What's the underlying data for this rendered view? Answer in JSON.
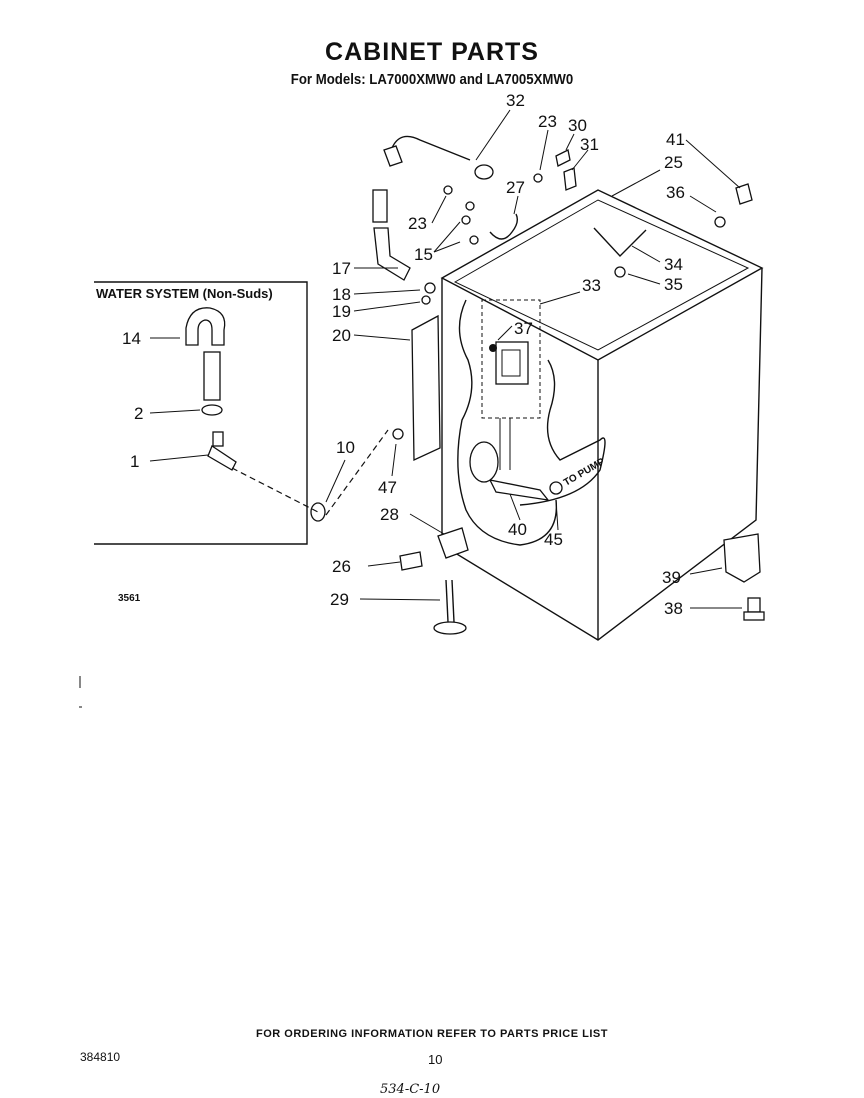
{
  "header": {
    "title": "CABINET PARTS",
    "subtitle": "For Models: LA7000XMW0 and LA7005XMW0"
  },
  "water_system_label": "WATER SYSTEM (Non-Suds)",
  "callouts": {
    "c1": "1",
    "c2": "2",
    "c10": "10",
    "c14": "14",
    "c15": "15",
    "c17": "17",
    "c18": "18",
    "c19": "19",
    "c20": "20",
    "c23a": "23",
    "c23b": "23",
    "c25": "25",
    "c26": "26",
    "c27": "27",
    "c28": "28",
    "c29": "29",
    "c30": "30",
    "c31": "31",
    "c32": "32",
    "c33": "33",
    "c34": "34",
    "c35": "35",
    "c36": "36",
    "c37": "37",
    "c38": "38",
    "c39": "39",
    "c40": "40",
    "c41": "41",
    "c45": "45",
    "c47": "47"
  },
  "to_pump_label": "TO PUMP",
  "figure_number": "3561",
  "footer": {
    "note": "FOR ORDERING INFORMATION REFER TO PARTS PRICE LIST",
    "doc_number": "384810",
    "page_number": "10",
    "handwritten": "534-C-10"
  }
}
